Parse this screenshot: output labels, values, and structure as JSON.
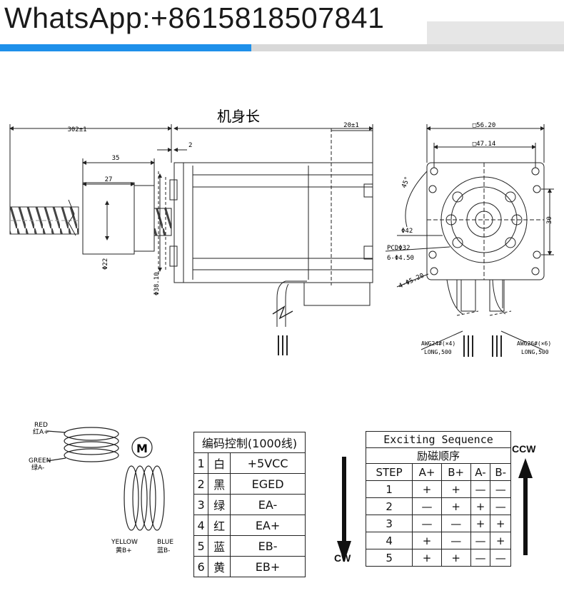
{
  "header": {
    "whatsapp": "WhatsApp:+8615818507841"
  },
  "drawing": {
    "title": "机身长",
    "dim_overall": "302±1",
    "dim_shaft": "20±1",
    "dim_flange": "2",
    "dim_nut_len": "35",
    "dim_nut_body": "27",
    "dim_nut_dia": "Φ22",
    "dim_pilot": "Φ38.10",
    "dim_square": "□56.20",
    "dim_holes": "□47.14",
    "dim_angle": "45°",
    "dim_circle": "Φ42",
    "dim_pcd": "PCDΦ32",
    "dim_tapped": "6-Φ4.50",
    "dim_mount": "4-Φ5.20",
    "dim_height": "30",
    "wire1_gauge": "AWG24#(×4)",
    "wire1_len": "LONG,500",
    "wire2_gauge": "AWG26#(×6)",
    "wire2_len": "LONG,500"
  },
  "coil": {
    "red_en": "RED",
    "red_cn": "红A+",
    "green_en": "GREEN",
    "green_cn": "绿A-",
    "yellow_en": "YELLOW",
    "yellow_cn": "黄B+",
    "blue_en": "BLUE",
    "blue_cn": "蓝B-",
    "motor_symbol": "M"
  },
  "encoder_table": {
    "header": "编码控制(1000线)",
    "rows": [
      [
        "1",
        "白",
        "+5VCC"
      ],
      [
        "2",
        "黑",
        "EGED"
      ],
      [
        "3",
        "绿",
        "EA-"
      ],
      [
        "4",
        "红",
        "EA+"
      ],
      [
        "5",
        "蓝",
        "EB-"
      ],
      [
        "6",
        "黄",
        "EB+"
      ]
    ]
  },
  "sequence_table": {
    "title_en": "Exciting Sequence",
    "title_cn": "励磁顺序",
    "columns": [
      "STEP",
      "A+",
      "B+",
      "A-",
      "B-"
    ],
    "rows": [
      [
        "1",
        "+",
        "+",
        "—",
        "—"
      ],
      [
        "2",
        "—",
        "+",
        "+",
        "—"
      ],
      [
        "3",
        "—",
        "—",
        "+",
        "+"
      ],
      [
        "4",
        "+",
        "—",
        "—",
        "+"
      ],
      [
        "5",
        "+",
        "+",
        "—",
        "—"
      ]
    ]
  },
  "direction": {
    "cw": "CW",
    "ccw": "CCW"
  }
}
